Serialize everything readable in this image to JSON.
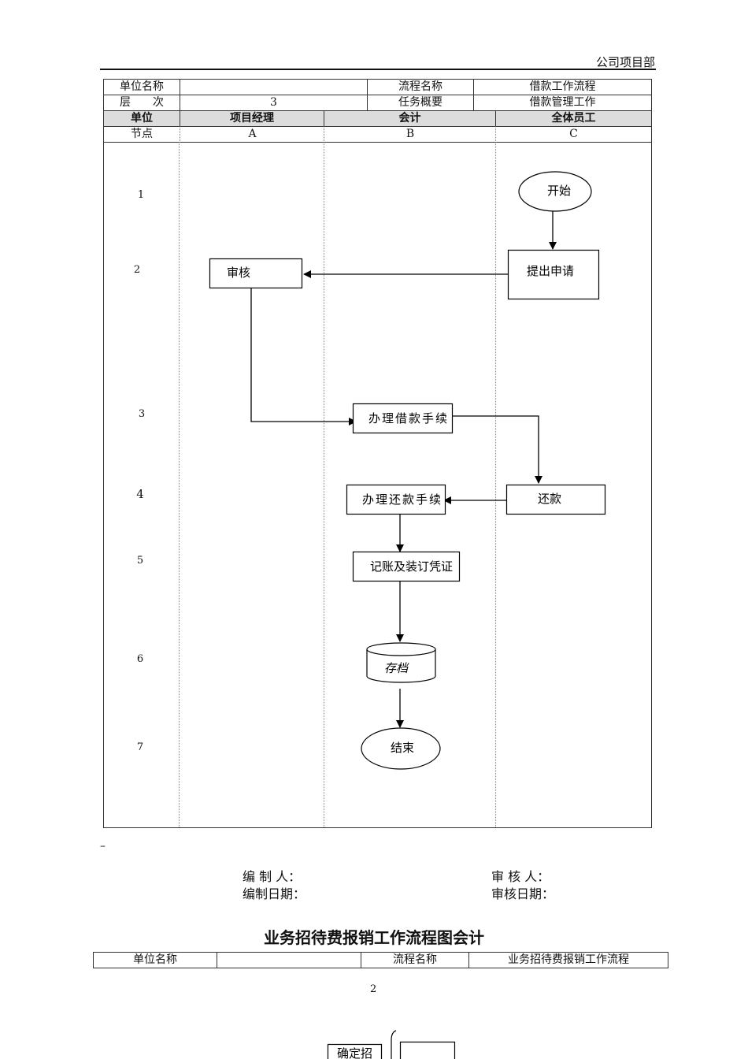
{
  "header": {
    "department": "公司项目部"
  },
  "info_table": {
    "unit_name_label": "单位名称",
    "unit_name_value": "",
    "process_name_label": "流程名称",
    "process_name_value": "借款工作流程",
    "level_label": "层　　次",
    "level_value": "3",
    "task_summary_label": "任务概要",
    "task_summary_value": "借款管理工作"
  },
  "lanes": {
    "unit_label": "单位",
    "node_label": "节点",
    "items": [
      {
        "name": "项目经理",
        "node": "A"
      },
      {
        "name": "会计",
        "node": "B"
      },
      {
        "name": "全体员工",
        "node": "C"
      }
    ]
  },
  "rows": [
    "1",
    "2",
    "3",
    "4",
    "5",
    "6",
    "7"
  ],
  "flow_nodes": {
    "start": "开始",
    "apply": "提出申请",
    "review": "审核",
    "loan_proc": "办理借款手续",
    "repay": "还款",
    "repay_proc": "办理还款手续",
    "bookkeeping": "记账及装订凭证",
    "archive": "存档",
    "end": "结束"
  },
  "stray_mark": "–",
  "signoff": {
    "preparer": "编 制 人：",
    "prepared_date": "编制日期：",
    "reviewer": "审 核 人：",
    "review_date": "审核日期："
  },
  "next_section": {
    "title": "业务招待费报销工作流程图会计",
    "unit_name_label": "单位名称",
    "unit_name_value": "",
    "process_name_label": "流程名称",
    "process_name_value": "业务招待费报销工作流程",
    "page_number": "2",
    "partial_box": "确定招"
  }
}
